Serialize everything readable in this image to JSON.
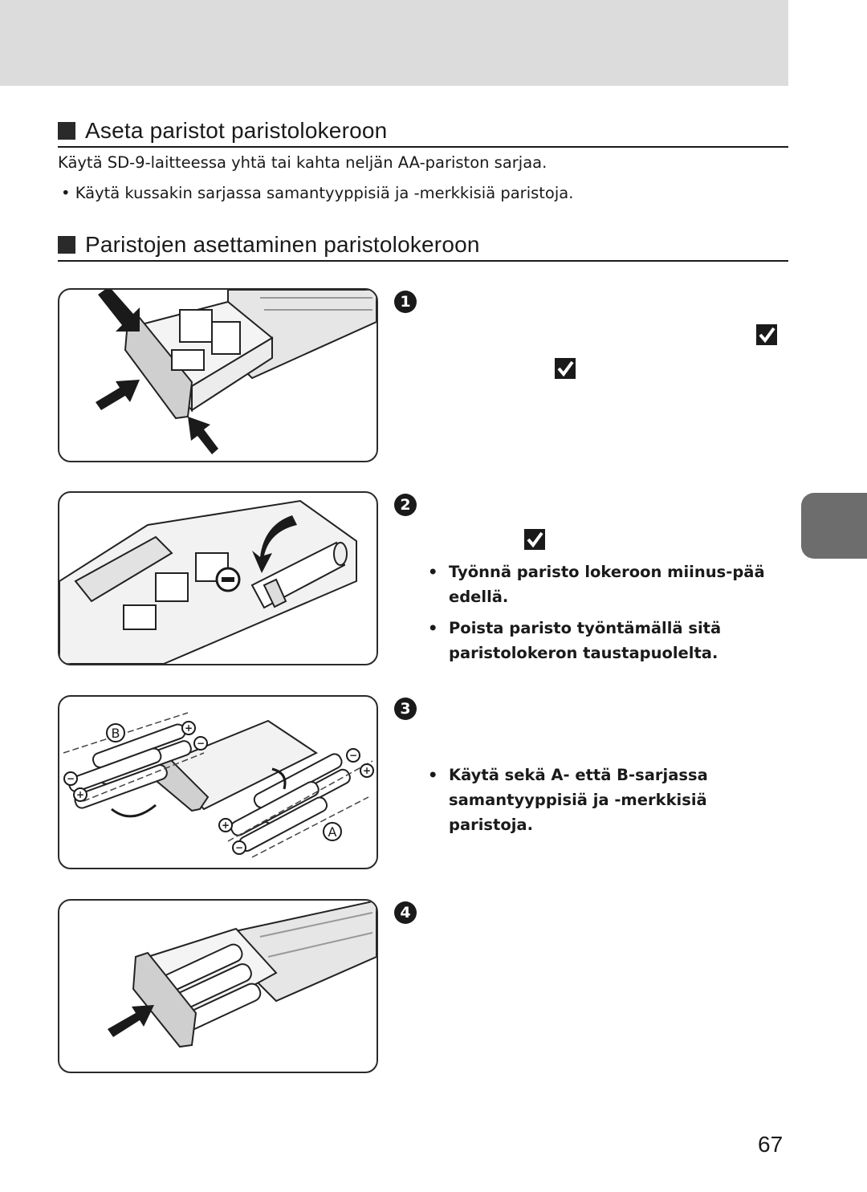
{
  "header": {
    "background_color": "#dcdcdc"
  },
  "sections": {
    "s1": {
      "title": "Aseta paristot paristolokeroon"
    },
    "s2": {
      "title": "Paristojen asettaminen paristolokeroon"
    }
  },
  "intro": {
    "text": "Käytä SD-9-laitteessa yhtä tai kahta neljän AA-pariston sarjaa.",
    "bullet": "• Käytä kussakin sarjassa samantyyppisiä ja -merkkisiä paristoja."
  },
  "steps": {
    "s1": {
      "number": "1"
    },
    "s2": {
      "number": "2",
      "bullets": [
        "Työnnä paristo lokeroon miinus-pää edellä.",
        "Poista paristo työntämällä sitä paristolokeron taustapuolelta."
      ]
    },
    "s3": {
      "number": "3",
      "bullets": [
        "Käytä sekä A- että B-sarjassa samantyyppisiä ja -merkkisiä paristoja."
      ]
    },
    "s4": {
      "number": "4"
    }
  },
  "figure3": {
    "label_b": "B",
    "label_a": "A",
    "plus_symbol": "+",
    "minus_symbol": "−"
  },
  "bullet_symbol": "•",
  "icons": {
    "check": "check-mark-icon",
    "step": "step-number-circle"
  },
  "page_number": "67"
}
